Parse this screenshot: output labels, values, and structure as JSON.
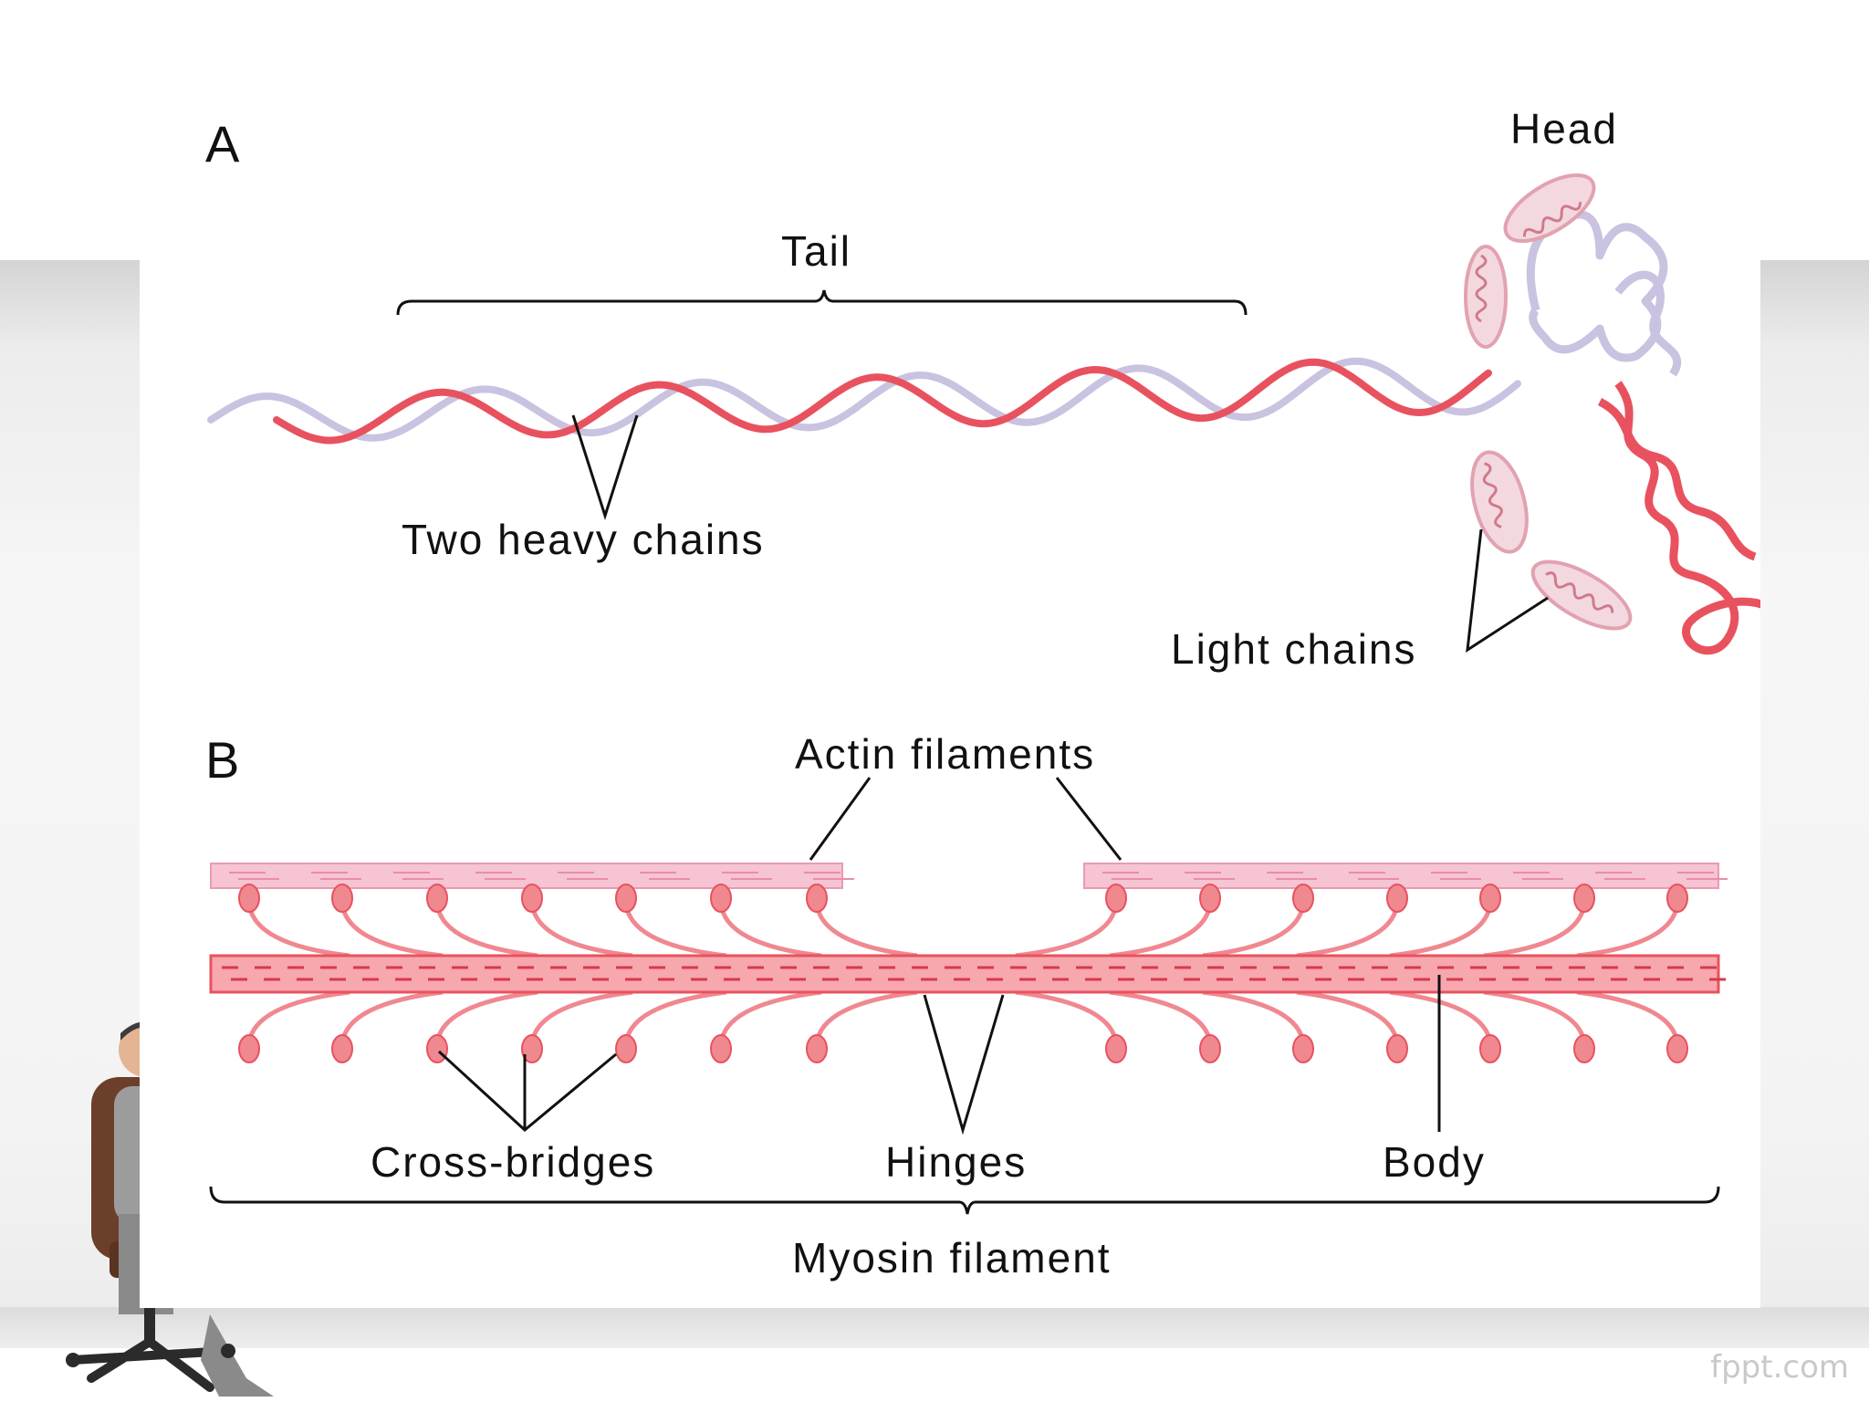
{
  "slide": {
    "watermark": "fppt.com"
  },
  "panel_a": {
    "letter": "A",
    "labels": {
      "head": "Head",
      "tail": "Tail",
      "heavy_chains": "Two heavy chains",
      "light_chains": "Light chains"
    }
  },
  "panel_b": {
    "letter": "B",
    "labels": {
      "actin": "Actin filaments",
      "cross_bridges": "Cross-bridges",
      "hinges": "Hinges",
      "body": "Body",
      "myosin": "Myosin filament"
    }
  },
  "colors": {
    "heavy_chain_red": "#e8525f",
    "heavy_chain_lilac": "#c9c2e0",
    "actin_pink": "#f6c4d2",
    "myosin_red": "#f07a86",
    "bridge_red": "#f08890",
    "line_black": "#111111"
  },
  "icons": {
    "presenter": "businessman-in-chair-icon"
  }
}
